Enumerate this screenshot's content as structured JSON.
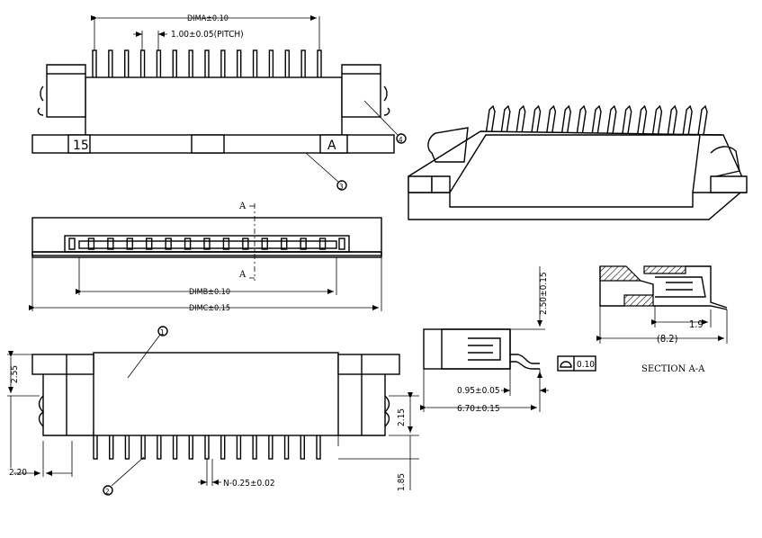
{
  "labels": {
    "dima": "DIMA±0.10",
    "pitch": "1.00±0.05(PITCH)",
    "dimb": "DIMB±0.10",
    "dimc": "DIMC±0.15",
    "pin_mark": "15",
    "pin_a": "A",
    "section_a_top": "A",
    "section_a_bottom": "A",
    "callout_1": "1",
    "callout_2": "2",
    "callout_3": "3",
    "callout_4": "4",
    "dim_2_55": "2.55",
    "dim_2_20": "2.20",
    "dim_2_15": "2.15",
    "dim_1_85": "1.85",
    "pin_width": "N-0.25±0.02",
    "height": "2.50±0.15",
    "flatness": "0.10",
    "tail": "0.95±0.05",
    "depth": "6.70±0.15",
    "sec_1_9": "1.9",
    "sec_8_2": "(8.2)",
    "section_title": "SECTION  A-A"
  }
}
